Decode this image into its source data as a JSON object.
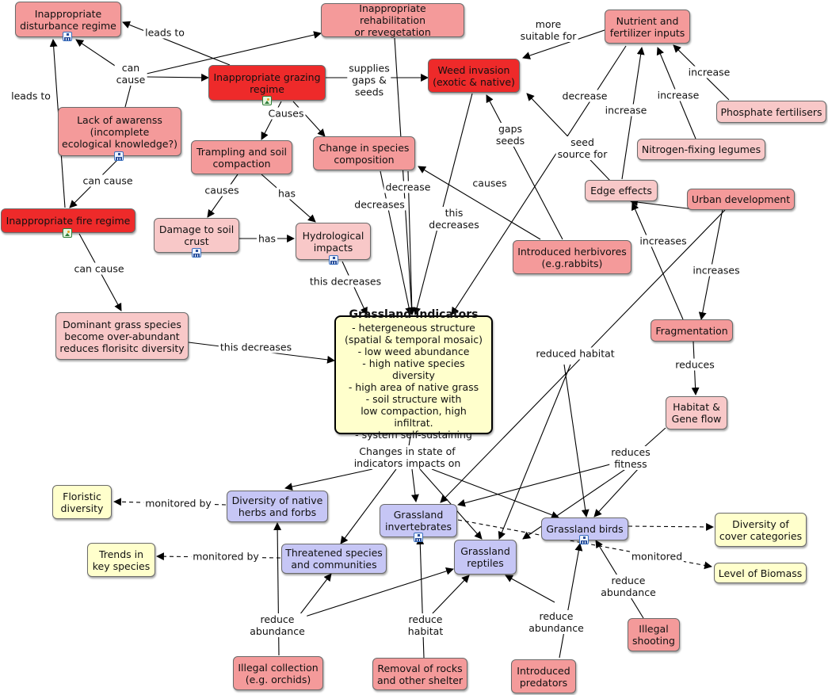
{
  "nodes": {
    "disturbance": "Inappropriate\ndisturbance regime",
    "rehab": "Inappropriate rehabilitation\nor revegetation",
    "nutrient": "Nutrient and\nfertilizer inputs",
    "grazing": "Inappropriate grazing\nregime",
    "weed": "Weed invasion\n(exotic & native)",
    "phosphate": "Phosphate fertilisers",
    "awareness": "Lack of awarenss\n(incomplete\necological knowledge?)",
    "nitrogen": "Nitrogen-fixing legumes",
    "trampling": "Trampling and soil\ncompaction",
    "species_change": "Change in species\ncomposition",
    "edge": "Edge effects",
    "urban": "Urban development",
    "fire": "Inappropriate fire regime",
    "soil_crust": "Damage to soil\ncrust",
    "hydro": "Hydrological\nimpacts",
    "herbivores": "Introduced herbivores\n(e.g.rabbits)",
    "dominant": "Dominant grass species\nbecome over-abundant\nreduces florisitc diversity",
    "fragmentation": "Fragmentation",
    "habitat_gene": "Habitat &\nGene flow",
    "floristic": "Floristic\ndiversity",
    "herbs": "Diversity of native\nherbs and forbs",
    "invertebrates": "Grassland\ninvertebrates",
    "birds": "Grassland birds",
    "cover": "Diversity of\ncover categories",
    "trends": "Trends in\nkey species",
    "threatened": "Threatened species\nand communities",
    "reptiles": "Grassland\nreptiles",
    "biomass": "Level of Biomass",
    "shooting": "Illegal\nshooting",
    "collection": "Illegal collection\n(e.g. orchids)",
    "rocks": "Removal of rocks\nand other shelter",
    "predators": "Introduced\npredators"
  },
  "center": {
    "title": "Grassland Indicators",
    "lines": [
      "- hetergeneous structure",
      "(spatial & temporal mosaic)",
      "- low weed abundance",
      "- high native species diversity",
      "- high area of native grass",
      "- soil structure with",
      "low compaction, high infiltrat.",
      "- system self-sustaining"
    ]
  },
  "links": {
    "leads_to_top": "leads to",
    "more_suitable": "more\nsuitable for",
    "can_cause_top": "can\ncause",
    "supplies": "supplies\ngaps &\nseeds",
    "increase_phos": "increase",
    "leads_to_left": "leads to",
    "causes_graz": "Causes",
    "decrease_nut": "decrease",
    "increase_edge": "increase",
    "increase_nit": "increase",
    "gaps_seeds": "gaps\nseeds",
    "seed_source": "seed\nsource for",
    "can_cause_aw": "can cause",
    "decrease_sp": "decrease",
    "causes_herb": "causes",
    "causes_tramp": "causes",
    "has_tramp": "has",
    "decreases_sp": "decreases",
    "this_decreases_weed": "this\ndecreases",
    "increases_frag_edge": "increases",
    "has_crust": "has",
    "increases_urban": "increases",
    "can_cause_fire": "can cause",
    "this_decreases_hydro": "this decreases",
    "this_decreases_dom": "this decreases",
    "reduced_habitat": "reduced habitat",
    "reduces": "reduces",
    "changes": "Changes in state of\nindicators impacts on",
    "reduces_fitness": "reduces\nfitness",
    "monitored_by_1": "monitored by",
    "monitored_by_2": "monitored by",
    "monitored": "monitored",
    "reduce_abund_birds": "reduce\nabundance",
    "reduce_abund_coll": "reduce\nabundance",
    "reduce_habitat": "reduce\nhabitat",
    "reduce_abund_pred": "reduce\nabundance"
  }
}
